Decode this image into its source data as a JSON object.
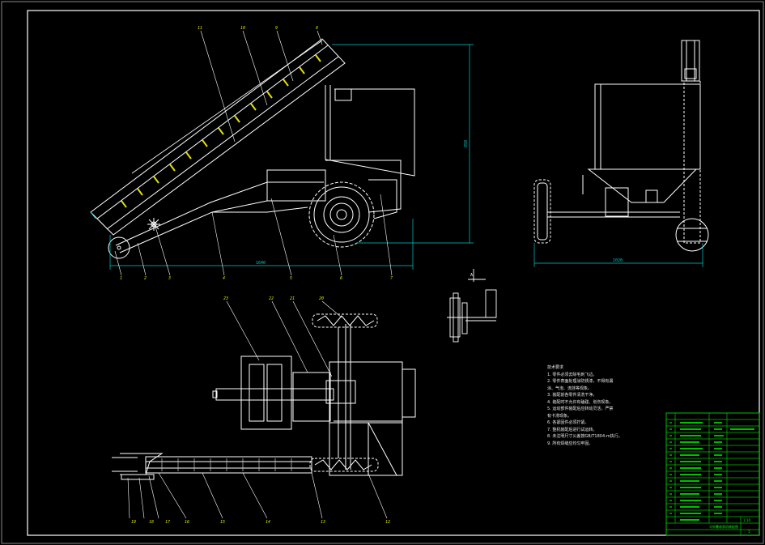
{
  "drawing": {
    "colors": {
      "background": "#000000",
      "frame": "#ffffff",
      "geometry": "#ffffff",
      "dimension": "#00c8c8",
      "leader": "#ffffff",
      "balloon_text": "#e0e000",
      "title_block": "#00c000",
      "table_text": "#00ff00"
    },
    "side_view": {
      "balloons": [
        "1",
        "2",
        "3",
        "4",
        "5",
        "6",
        "7",
        "8",
        "9",
        "10",
        "11"
      ],
      "dim_height": "850",
      "dim_length": "1640"
    },
    "rear_view": {
      "dim_width": "1020"
    },
    "plan_view": {
      "balloons": [
        "12",
        "13",
        "14",
        "15",
        "16",
        "17",
        "18",
        "19",
        "20",
        "21",
        "22",
        "23"
      ]
    },
    "detail_view": {
      "label": "A"
    },
    "tech_notes": {
      "title": "技术要求",
      "lines": [
        "1. 零件必须去除毛刺飞边。",
        "2. 零件表面处理涂防锈漆，不得有漏",
        "涂、气泡、流挂等现象。",
        "3. 装配前各零件清洗干净。",
        "4. 装配时不允许有磕碰、划伤现象。",
        "5. 运动部件装配后应转动灵活，严禁",
        "有卡滞现象。",
        "6. 各紧固件必须拧紧。",
        "7. 整机装配后进行试运转。",
        "8. 未注明尺寸公差按GB/T1804-m执行。",
        "9. 所有焊缝应均匀牢固。"
      ]
    },
    "title_block": {
      "title": "马铃薯收获机装配图",
      "scale": "1:10",
      "sheet": "1"
    }
  }
}
